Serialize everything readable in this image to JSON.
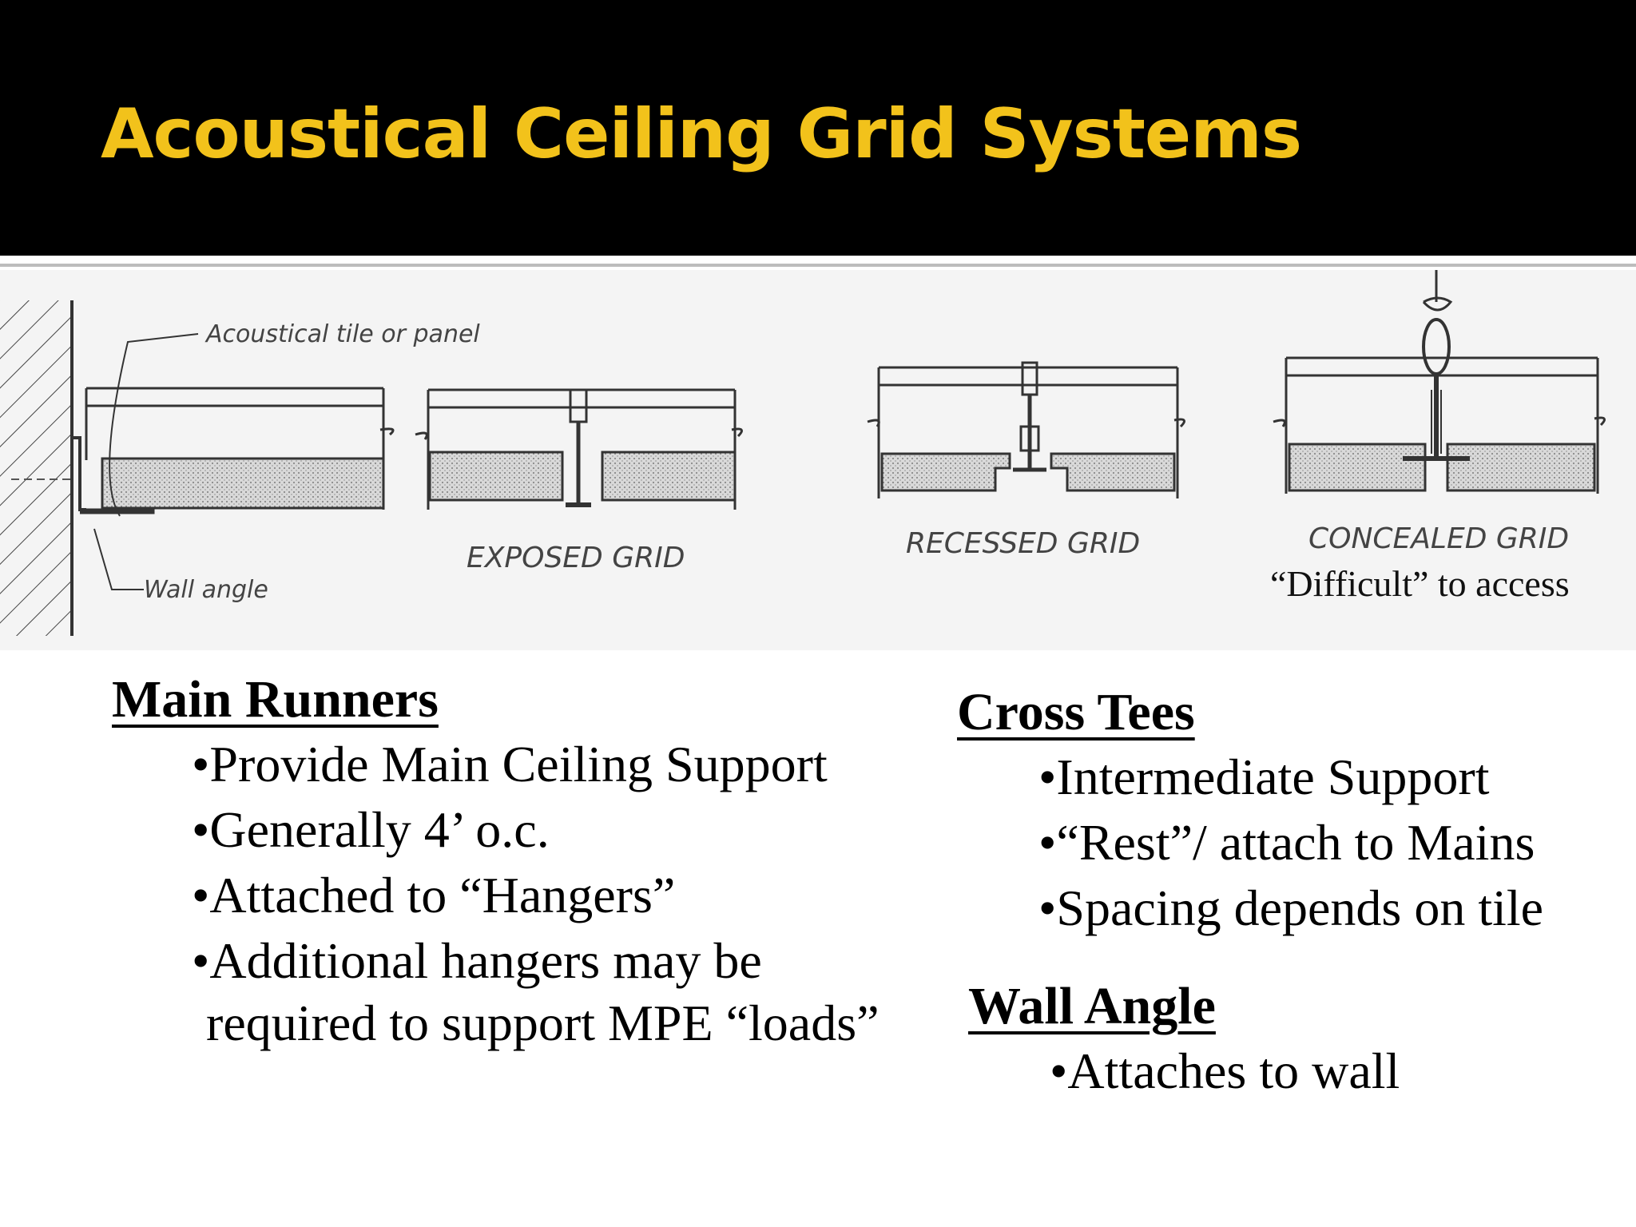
{
  "slide": {
    "title": "Acoustical Ceiling Grid Systems"
  },
  "diagram": {
    "label_tile": "Acoustical tile or panel",
    "label_wall_angle": "Wall angle",
    "label_exposed": "EXPOSED GRID",
    "label_recessed": "RECESSED GRID",
    "label_concealed": "CONCEALED GRID",
    "note_concealed": "“Difficult” to access"
  },
  "main_runners": {
    "heading": "Main Runners",
    "bullets": [
      "Provide Main Ceiling Support",
      "Generally 4’ o.c.",
      "Attached to “Hangers”",
      "Additional hangers may be"
    ],
    "continuation": "required to support MPE “loads”"
  },
  "cross_tees": {
    "heading": "Cross Tees",
    "bullets": [
      "Intermediate Support",
      "“Rest”/ attach to Mains",
      "Spacing depends on tile"
    ]
  },
  "wall_angle": {
    "heading": "Wall Angle",
    "bullets": [
      "Attaches to wall"
    ]
  }
}
